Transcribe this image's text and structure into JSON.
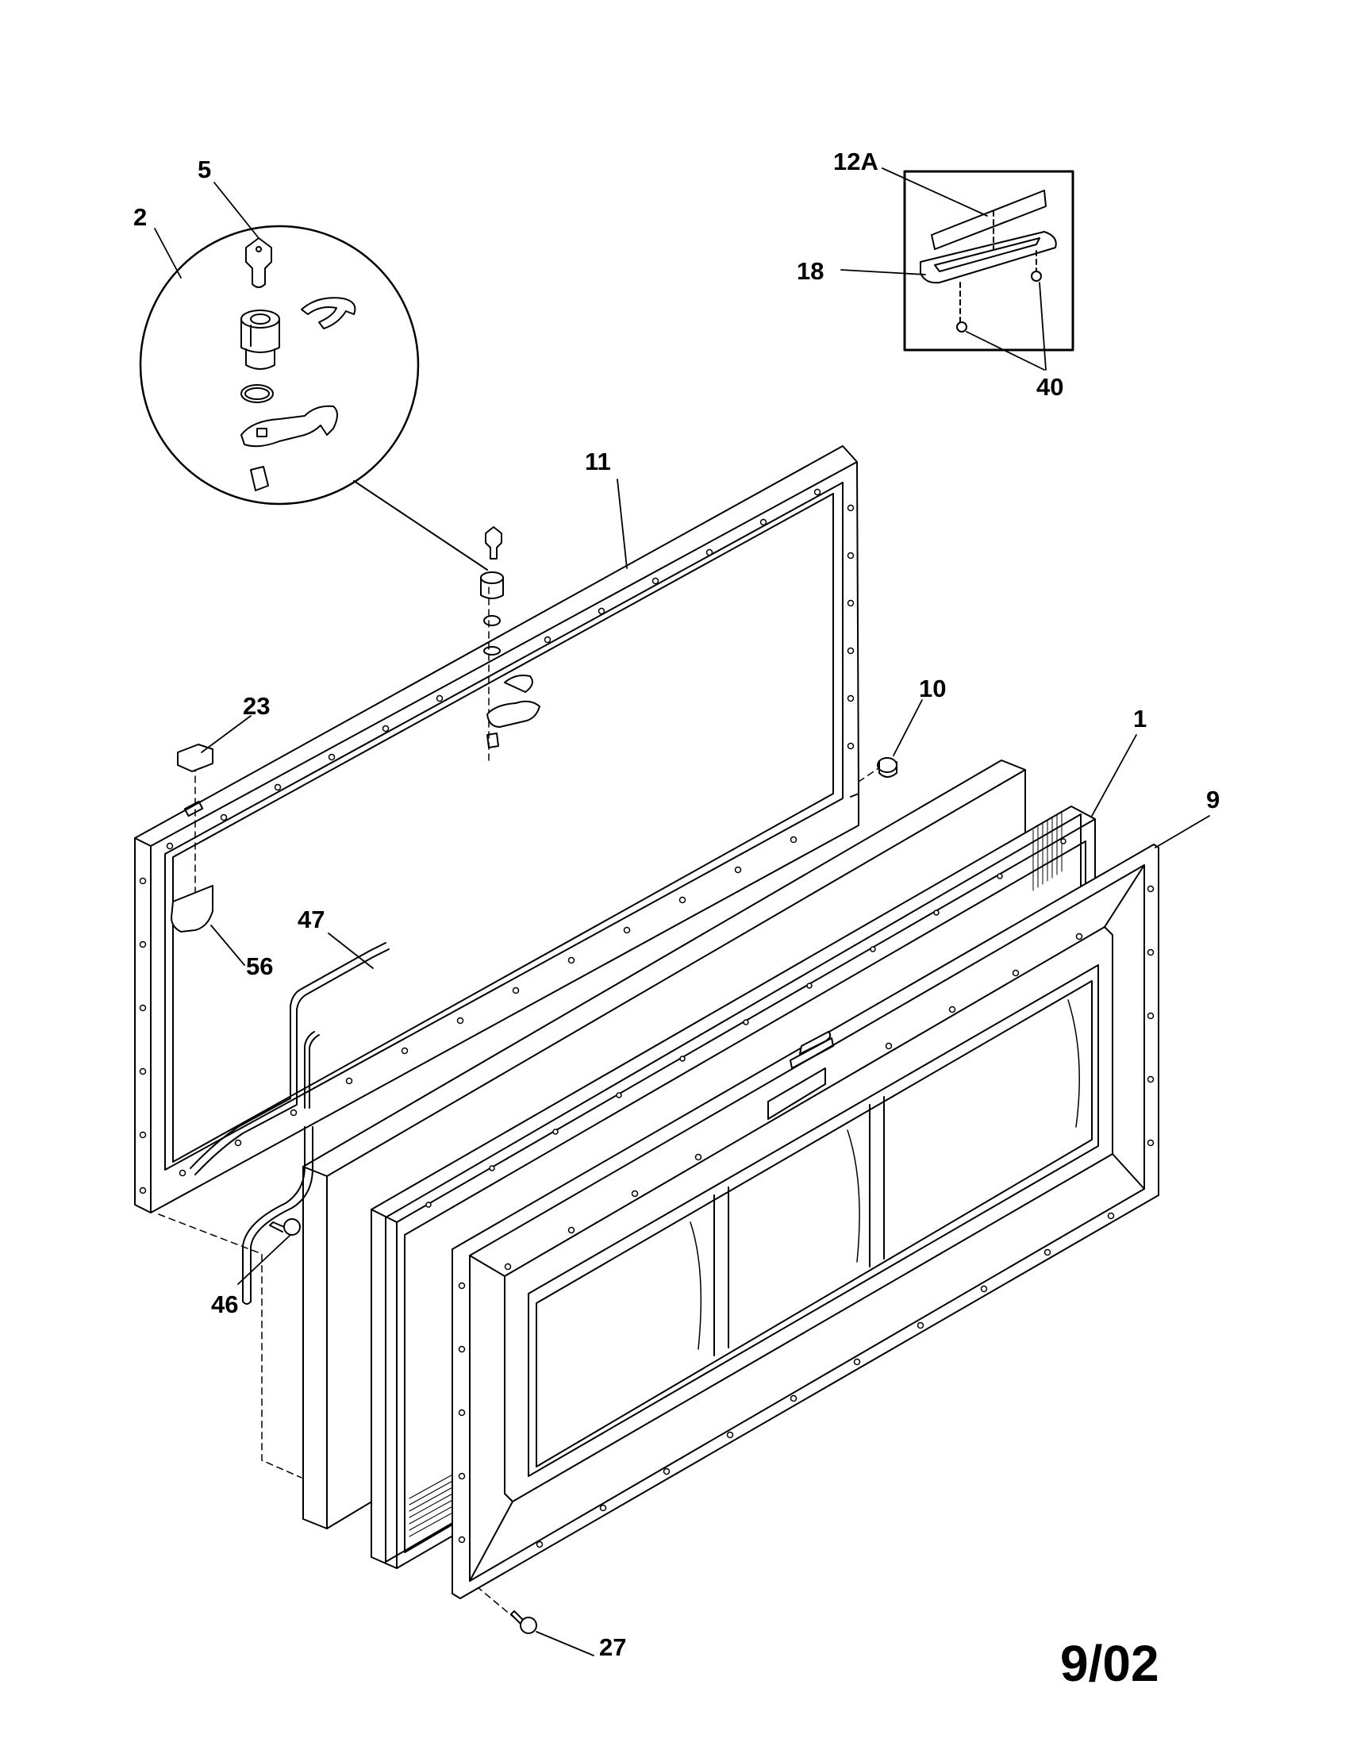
{
  "callouts": {
    "c2": "2",
    "c5": "5",
    "c12A": "12A",
    "c18": "18",
    "c40": "40",
    "c11": "11",
    "c23": "23",
    "c10": "10",
    "c1": "1",
    "c9": "9",
    "c47": "47",
    "c56": "56",
    "c46": "46",
    "c27": "27"
  },
  "revision_date": "9/02",
  "colors": {
    "ink": "#000000",
    "paper": "#ffffff"
  }
}
